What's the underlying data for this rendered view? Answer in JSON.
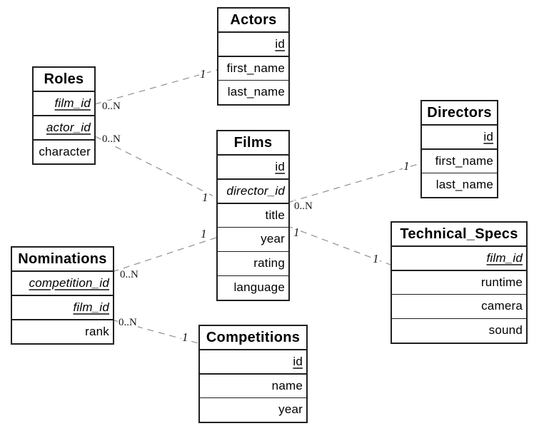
{
  "tables": [
    {
      "title": "Actors",
      "columns": [
        {
          "name": "id",
          "key": "PK"
        },
        {
          "name": "first_name",
          "key": ""
        },
        {
          "name": "last_name",
          "key": ""
        }
      ]
    },
    {
      "title": "Roles",
      "columns": [
        {
          "name": "film_id",
          "key": "PK,FK"
        },
        {
          "name": "actor_id",
          "key": "PK,FK"
        },
        {
          "name": "character",
          "key": ""
        }
      ]
    },
    {
      "title": "Films",
      "columns": [
        {
          "name": "id",
          "key": "PK"
        },
        {
          "name": "director_id",
          "key": "FK"
        },
        {
          "name": "title",
          "key": ""
        },
        {
          "name": "year",
          "key": ""
        },
        {
          "name": "rating",
          "key": ""
        },
        {
          "name": "language",
          "key": ""
        }
      ]
    },
    {
      "title": "Directors",
      "columns": [
        {
          "name": "id",
          "key": "PK"
        },
        {
          "name": "first_name",
          "key": ""
        },
        {
          "name": "last_name",
          "key": ""
        }
      ]
    },
    {
      "title": "Nominations",
      "columns": [
        {
          "name": "competition_id",
          "key": "PK,FK"
        },
        {
          "name": "film_id",
          "key": "PK,FK"
        },
        {
          "name": "rank",
          "key": ""
        }
      ]
    },
    {
      "title": "Technical_Specs",
      "columns": [
        {
          "name": "film_id",
          "key": "PK,FK"
        },
        {
          "name": "runtime",
          "key": ""
        },
        {
          "name": "camera",
          "key": ""
        },
        {
          "name": "sound",
          "key": ""
        }
      ]
    },
    {
      "title": "Competitions",
      "columns": [
        {
          "name": "id",
          "key": "PK"
        },
        {
          "name": "name",
          "key": ""
        },
        {
          "name": "year",
          "key": ""
        }
      ]
    }
  ],
  "relations": [
    {
      "from_table": "Roles",
      "to_table": "Actors",
      "from_card": "0..N",
      "to_card": "1"
    },
    {
      "from_table": "Roles",
      "to_table": "Films",
      "from_card": "0..N",
      "to_card": "1"
    },
    {
      "from_table": "Films",
      "to_table": "Directors",
      "from_card": "0..N",
      "to_card": "1"
    },
    {
      "from_table": "Films",
      "to_table": "Technical_Specs",
      "from_card": "1",
      "to_card": "1"
    },
    {
      "from_table": "Nominations",
      "to_table": "Films",
      "from_card": "0..N",
      "to_card": "1"
    },
    {
      "from_table": "Nominations",
      "to_table": "Competitions",
      "from_card": "0..N",
      "to_card": "1"
    }
  ],
  "colors": {
    "table_border": "#1f1f1f",
    "relation_line": "#8f8f8f",
    "text": "#000000",
    "background": "#ffffff"
  }
}
